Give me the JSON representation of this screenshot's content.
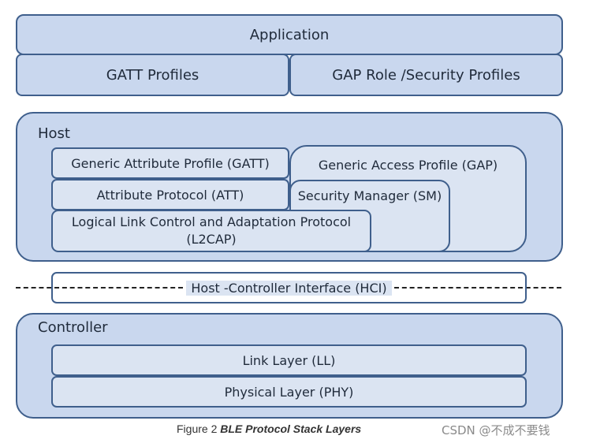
{
  "top": {
    "application": "Application",
    "gatt_profiles": "GATT Profiles",
    "gap_profiles": "GAP Role /Security  Profiles"
  },
  "host": {
    "title": "Host",
    "gatt": "Generic Attribute Profile (GATT)",
    "gap": "Generic Access Profile (GAP)",
    "att": "Attribute Protocol  (ATT)",
    "sm": "Security Manager (SM)",
    "l2cap_line1": "Logical Link Control and Adaptation Protocol",
    "l2cap_line2": "(L2CAP)"
  },
  "hci": "Host -Controller Interface (HCI)",
  "controller": {
    "title": "Controller",
    "ll": "Link Layer (LL)",
    "phy": "Physical Layer (PHY)"
  },
  "caption": {
    "prefix": "Figure 2 ",
    "title": "BLE Protocol Stack Layers"
  },
  "watermark": "CSDN @不成不要钱",
  "colors": {
    "box_fill": "#dbe4f2",
    "panel_fill": "#c9d7ee",
    "border": "#3f5f8c"
  }
}
